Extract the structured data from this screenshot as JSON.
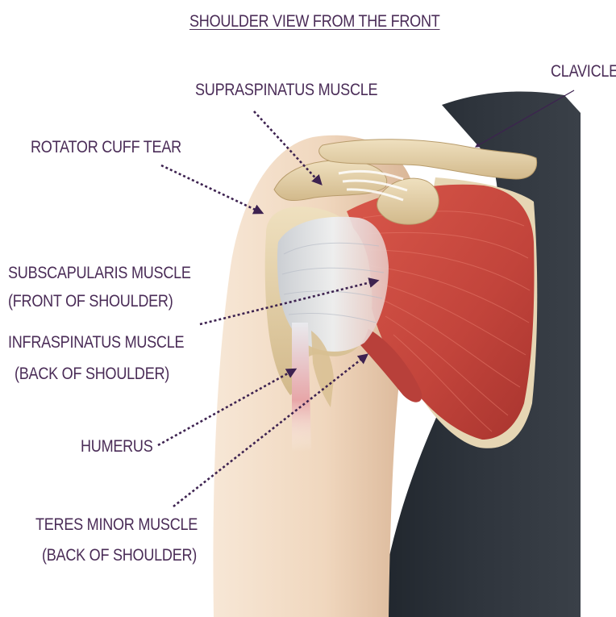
{
  "title": "SHOULDER VIEW FROM THE FRONT",
  "labels": {
    "clavicle": "CLAVICLE",
    "supraspinatus": "SUPRASPINATUS MUSCLE",
    "rotator_cuff_tear": "ROTATOR CUFF TEAR",
    "subscapularis_line1": "SUBSCAPULARIS MUSCLE",
    "subscapularis_line2": "(FRONT OF SHOULDER)",
    "infraspinatus_line1": "INFRASPINATUS MUSCLE",
    "infraspinatus_line2": "(BACK OF SHOULDER)",
    "humerus": "HUMERUS",
    "teres_minor_line1": "TERES MINOR MUSCLE",
    "teres_minor_line2": "(BACK OF SHOULDER)"
  },
  "colors": {
    "label_text": "#4a2c57",
    "leader_line": "#3d2250",
    "skin": "#f2ddc6",
    "shirt": "#2a3038",
    "bone": "#e3ceA2",
    "muscle": "#c8473d",
    "tendon": "#d9dde3"
  }
}
